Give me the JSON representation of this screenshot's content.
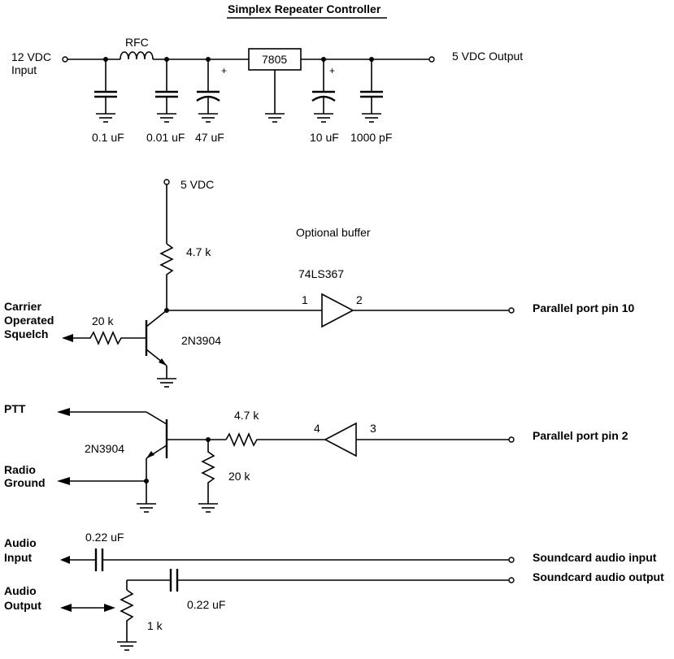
{
  "title": "Simplex Repeater Controller",
  "power": {
    "input_label_line1": "12 VDC",
    "input_label_line2": "Input",
    "rfc_label": "RFC",
    "regulator": "7805",
    "output_label": "5 VDC Output",
    "cap1": "0.1 uF",
    "cap2": "0.01 uF",
    "cap3": "47 uF",
    "cap4": "10 uF",
    "cap5": "1000 pF",
    "plus": "+"
  },
  "cos": {
    "vdc_label": "5 VDC",
    "optional_buffer": "Optional buffer",
    "buffer_part": "74LS367",
    "pullup": "4.7 k",
    "base_res": "20 k",
    "transistor": "2N3904",
    "input_line1": "Carrier",
    "input_line2": "Operated",
    "input_line3": "Squelch",
    "pin_in": "1",
    "pin_out": "2",
    "output_label": "Parallel port pin 10"
  },
  "ptt": {
    "ptt_label": "PTT",
    "ground_line1": "Radio",
    "ground_line2": "Ground",
    "transistor": "2N3904",
    "series_res": "4.7 k",
    "pulldown": "20 k",
    "pin_out": "4",
    "pin_in": "3",
    "input_label": "Parallel port pin 2"
  },
  "audio": {
    "in_line1": "Audio",
    "in_line2": "Input",
    "out_line1": "Audio",
    "out_line2": "Output",
    "cap_in": "0.22 uF",
    "cap_out": "0.22 uF",
    "pot": "1 k",
    "sc_in": "Soundcard audio input",
    "sc_out": "Soundcard audio output"
  }
}
